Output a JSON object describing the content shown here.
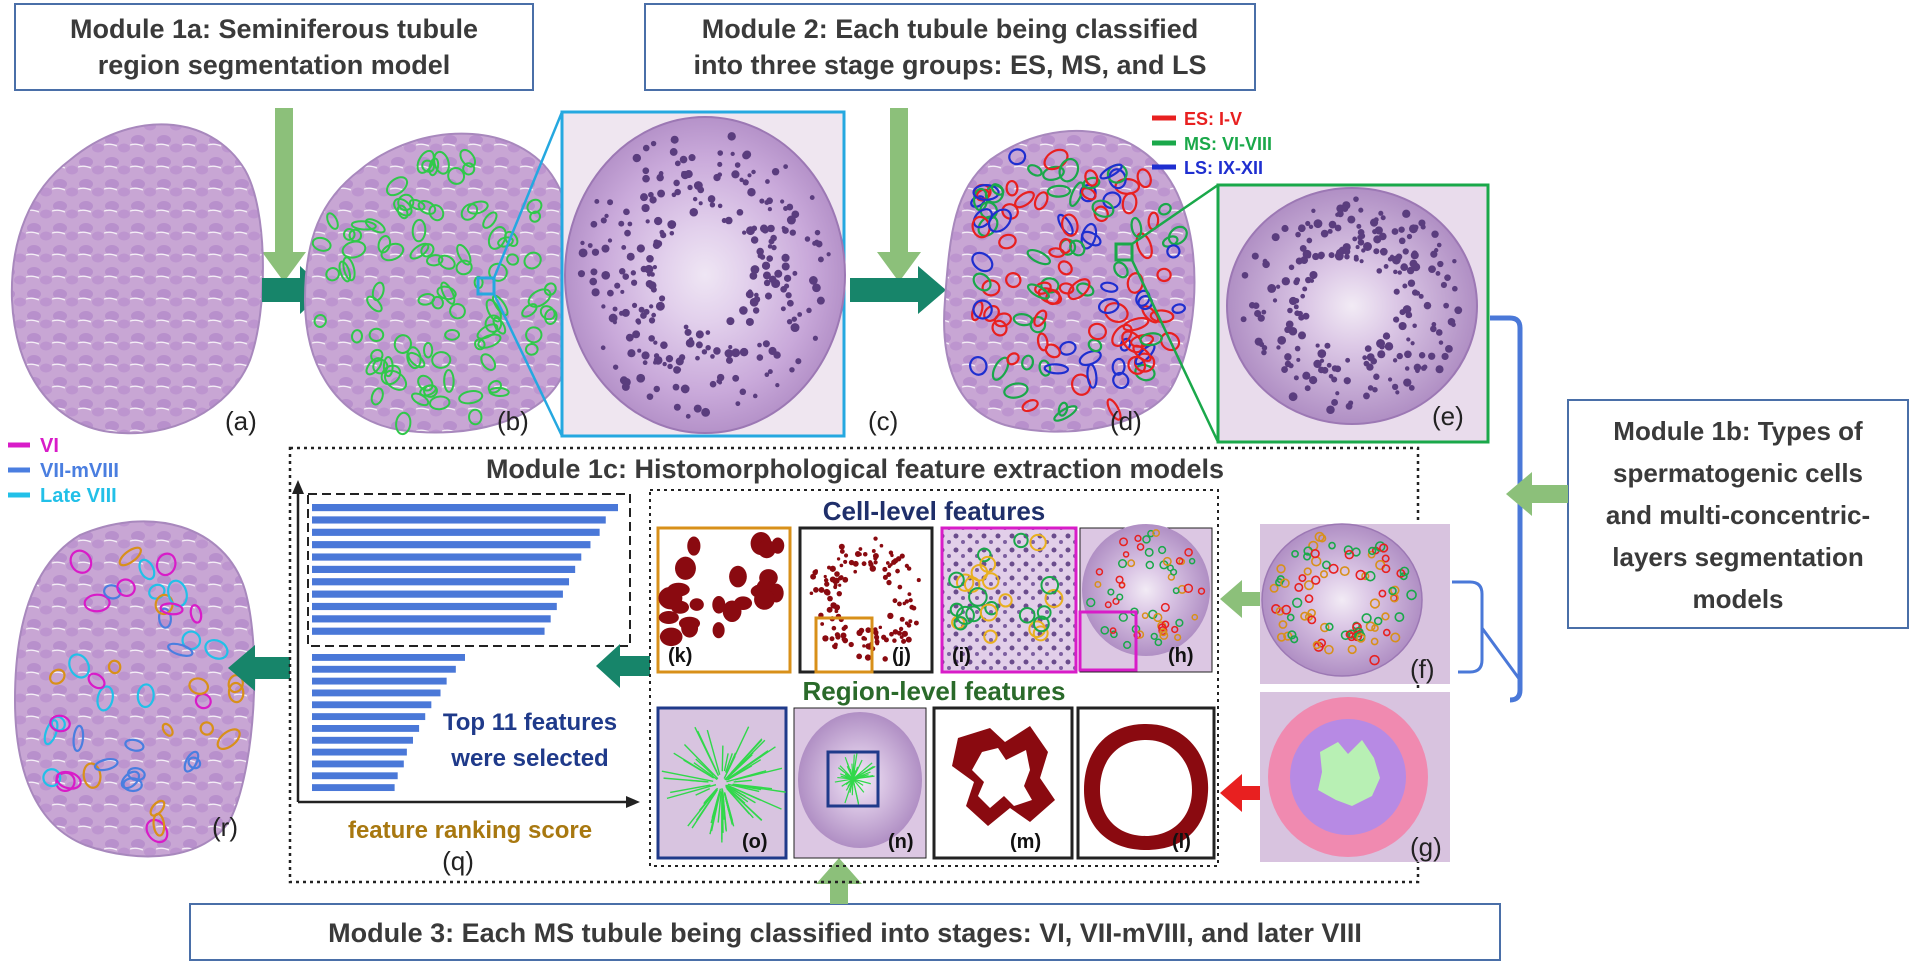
{
  "module_1a": {
    "line1": "Module 1a: Seminiferous tubule",
    "line2": "region segmentation model"
  },
  "module_2": {
    "line1": "Module 2: Each tubule being classified",
    "line2": "into three stage groups: ES, MS, and LS"
  },
  "module_1b": {
    "line1": "Module 1b: Types of",
    "line2": "spermatogenic cells",
    "line3": "and multi-concentric-",
    "line4": "layers segmentation",
    "line5": "models"
  },
  "module_1c": {
    "title": "Module 1c: Histomorphological feature extraction models"
  },
  "module_3": {
    "title": "Module 3: Each MS tubule being classified into stages: VI, VII-mVIII, and later VIII"
  },
  "stage_legend": [
    {
      "label": "ES: I-V",
      "color": "#e82020"
    },
    {
      "label": "MS: VI-VIII",
      "color": "#1aa84a"
    },
    {
      "label": "LS: IX-XII",
      "color": "#1f2fd0"
    }
  ],
  "ms_legend": [
    {
      "label": "VI",
      "color": "#d81cc8"
    },
    {
      "label": "VII-mVIII",
      "color": "#4a7ee0"
    },
    {
      "label": "Late VIII",
      "color": "#22c0e8"
    }
  ],
  "cell_level_title": "Cell-level features",
  "region_level_title": "Region-level features",
  "top_features_line1": "Top 11 features",
  "top_features_line2": "were selected",
  "feature_axis_label": "feature ranking score",
  "chart_data": {
    "type": "bar",
    "orientation": "horizontal",
    "xlabel": "feature ranking score",
    "values": [
      1.0,
      0.96,
      0.94,
      0.91,
      0.88,
      0.86,
      0.84,
      0.82,
      0.8,
      0.78,
      0.76,
      0.5,
      0.47,
      0.44,
      0.42,
      0.39,
      0.37,
      0.35,
      0.33,
      0.31,
      0.3,
      0.28,
      0.27
    ],
    "selected_count": 11
  },
  "panel_labels": {
    "a": "(a)",
    "b": "(b)",
    "c": "(c)",
    "d": "(d)",
    "e": "(e)",
    "f": "(f)",
    "g": "(g)",
    "h": "(h)",
    "i": "(i)",
    "j": "(j)",
    "k": "(k)",
    "l": "(l)",
    "m": "(m)",
    "n": "(n)",
    "o": "(o)",
    "q": "(q)",
    "r": "(r)"
  },
  "colors": {
    "tissue": "#c8a6d4",
    "module_border": "#4a6fa8",
    "arrow_light": "#8cc07a",
    "arrow_dark": "#17856a",
    "cyan_box": "#25a8e0",
    "green_box": "#1aa84a",
    "orange_box": "#d8901a",
    "magenta_box": "#d81cc8",
    "navy_box": "#1f3a8a",
    "bar": "#4a78d8",
    "mask": "#8a0a10",
    "cell_title": "#1f2f6a",
    "region_title": "#2a6a2a",
    "axis_label": "#a87810"
  }
}
